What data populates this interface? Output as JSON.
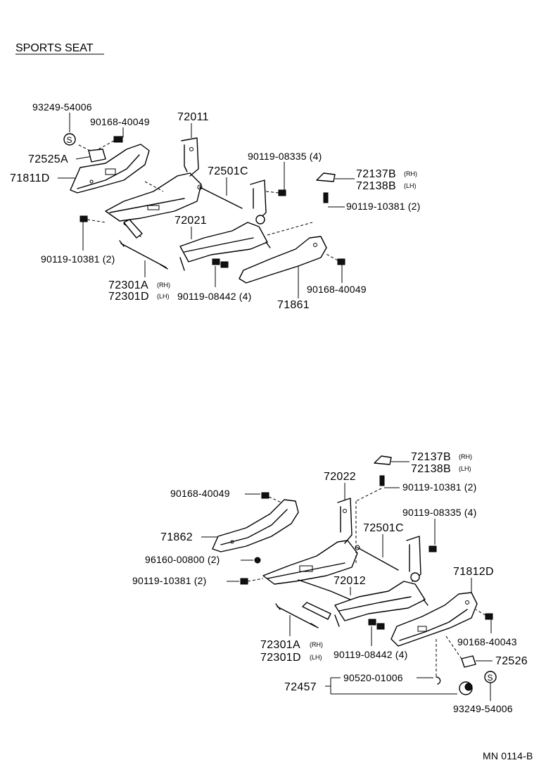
{
  "title": "SPORTS SEAT",
  "code": "MN 0114-B",
  "upper": {
    "p93249_54006": "93249-54006",
    "p90168_40049_a": "90168-40049",
    "p72011": "72011",
    "p72525A": "72525A",
    "p71811D": "71811D",
    "p90119_08335": "90119-08335 (4)",
    "p72501C": "72501C",
    "p72137B": "72137B",
    "p72138B": "72138B",
    "p90119_10381_r": "90119-10381 (2)",
    "p72021": "72021",
    "p90119_10381_l": "90119-10381 (2)",
    "p72301A": "72301A",
    "p72301D": "72301D",
    "p90119_08442": "90119-08442 (4)",
    "p90168_40049_b": "90168-40049",
    "p71861": "71861",
    "rh": "(RH)",
    "lh": "(LH)"
  },
  "lower": {
    "p72137B": "72137B",
    "p72138B": "72138B",
    "p72022": "72022",
    "p90119_10381_t": "90119-10381 (2)",
    "p90168_40049": "90168-40049",
    "p90119_08335": "90119-08335 (4)",
    "p72501C": "72501C",
    "p71862": "71862",
    "p71812D": "71812D",
    "p96160_00800": "96160-00800 (2)",
    "p90119_10381_l": "90119-10381 (2)",
    "p72012": "72012",
    "p72301A": "72301A",
    "p72301D": "72301D",
    "p90119_08442": "90119-08442 (4)",
    "p90168_40043": "90168-40043",
    "p72526": "72526",
    "p90520_01006": "90520-01006",
    "p72457": "72457",
    "p93249_54006": "93249-54006",
    "rh": "(RH)",
    "lh": "(LH)"
  },
  "symbol_s": "S"
}
